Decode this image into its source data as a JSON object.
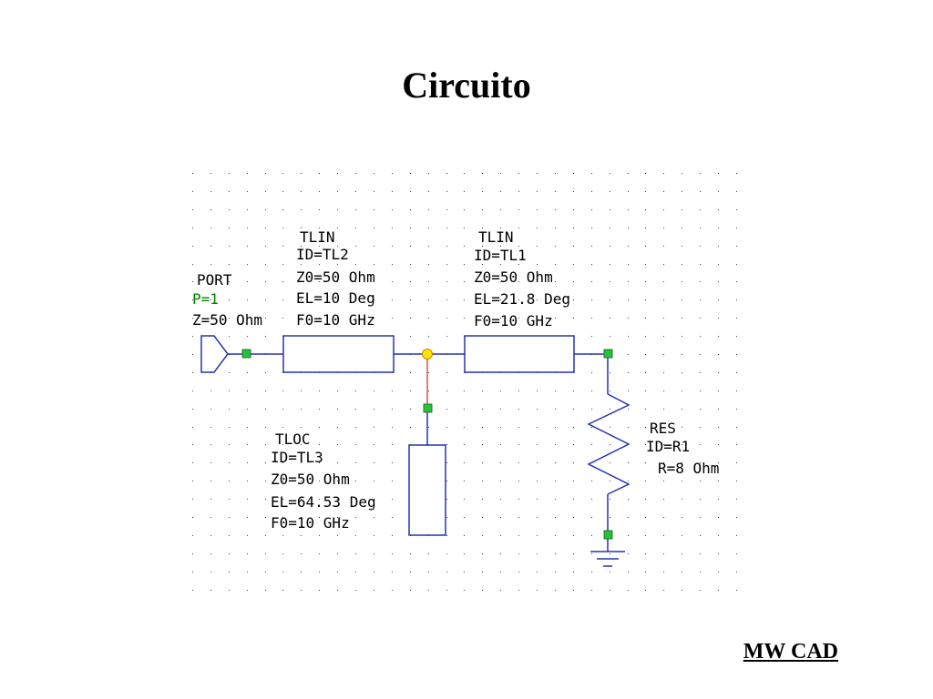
{
  "title": "Circuito",
  "footer": "MW CAD",
  "schematic": {
    "port": {
      "type": "PORT",
      "p": "P=1",
      "z": "Z=50 Ohm"
    },
    "tl2": {
      "type": "TLIN",
      "id": "ID=TL2",
      "z0": "Z0=50 Ohm",
      "el": "EL=10 Deg",
      "f0": "F0=10 GHz"
    },
    "tl1": {
      "type": "TLIN",
      "id": "ID=TL1",
      "z0": "Z0=50 Ohm",
      "el": "EL=21.8 Deg",
      "f0": "F0=10 GHz"
    },
    "tl3": {
      "type": "TLOC",
      "id": "ID=TL3",
      "z0": "Z0=50 Ohm",
      "el": "EL=64.53 Deg",
      "f0": "F0=10 GHz"
    },
    "r1": {
      "type": "RES",
      "id": "ID=R1",
      "r": "R=8 Ohm"
    }
  },
  "colors": {
    "wire": "#2633b0",
    "stub_wire": "#e05050",
    "node": "#22c43a",
    "junction": "#ffe600",
    "grid_dot": "#404040"
  }
}
